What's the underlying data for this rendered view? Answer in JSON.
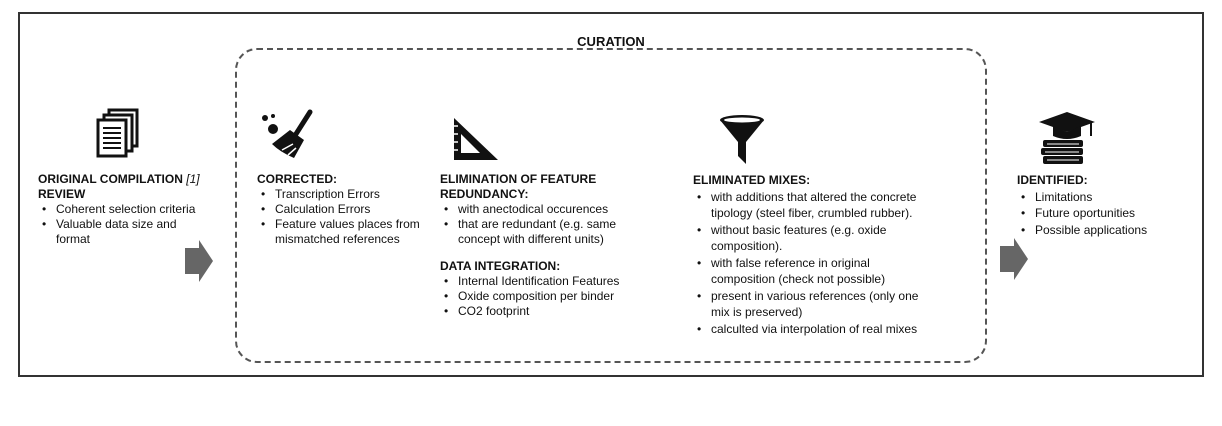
{
  "title": "CURATION",
  "original": {
    "heading": "ORIGINAL COMPILATION",
    "ref": "[1]",
    "heading2": "REVIEW",
    "items": [
      "Coherent selection criteria",
      "Valuable data size and format"
    ]
  },
  "corrected": {
    "heading": "CORRECTED:",
    "items": [
      "Transcription Errors",
      "Calculation Errors",
      "Feature values places from mismatched references"
    ]
  },
  "redundancy": {
    "heading": "ELIMINATION OF FEATURE REDUNDANCY:",
    "items": [
      "with anectodical occurences",
      "that are redundant (e.g. same concept with different units)"
    ]
  },
  "integration": {
    "heading": "DATA INTEGRATION:",
    "items": [
      "Internal Identification Features",
      "Oxide composition per binder",
      "CO2 footprint"
    ]
  },
  "eliminated": {
    "heading": "ELIMINATED MIXES:",
    "items": [
      "with additions that altered  the concrete tipology (steel fiber, crumbled rubber).",
      "without basic features (e.g. oxide composition).",
      "with false reference in original composition (check not possible)",
      "present in various references (only one mix is preserved)",
      "calculted via interpolation of real mixes"
    ]
  },
  "identified": {
    "heading": "IDENTIFIED:",
    "items": [
      "Limitations",
      "Future oportunities",
      "Possible applications"
    ]
  },
  "colors": {
    "arrow": "#666666",
    "border": "#333333"
  }
}
